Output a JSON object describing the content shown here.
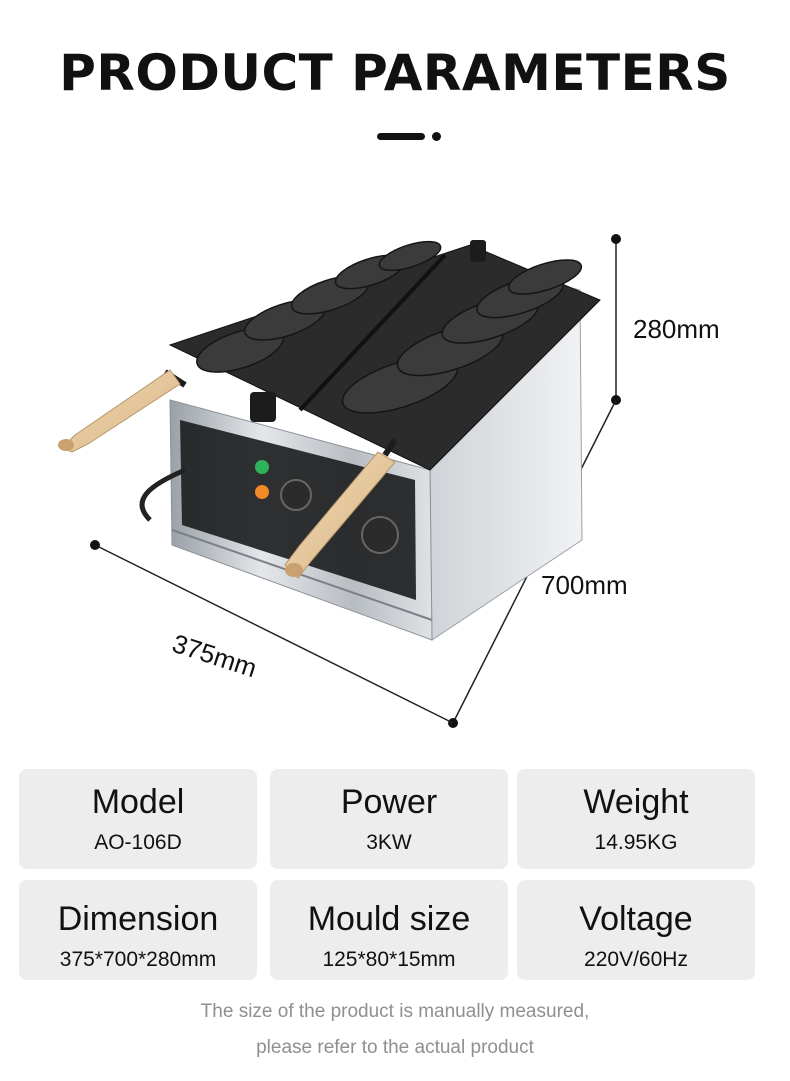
{
  "header": {
    "title": "PRODUCT PARAMETERS"
  },
  "dimensions": {
    "height": "280mm",
    "depth": "700mm",
    "width": "375mm"
  },
  "specs": [
    {
      "name": "Model",
      "value": "AO-106D"
    },
    {
      "name": "Power",
      "value": "3KW"
    },
    {
      "name": "Weight",
      "value": "14.95KG"
    },
    {
      "name": "Dimension",
      "value": "375*700*280mm"
    },
    {
      "name": "Mould size",
      "value": "125*80*15mm"
    },
    {
      "name": "Voltage",
      "value": "220V/60Hz"
    }
  ],
  "footnote": {
    "line1": "The size of the product is manually measured,",
    "line2": "please refer to the actual product"
  },
  "colors": {
    "text": "#111111",
    "card_bg": "#ededed",
    "footnote": "#8f8f8f",
    "handle_wood": "#e8c99e",
    "mould_black": "#2b2b2b",
    "steel": "#c9cdd1"
  }
}
